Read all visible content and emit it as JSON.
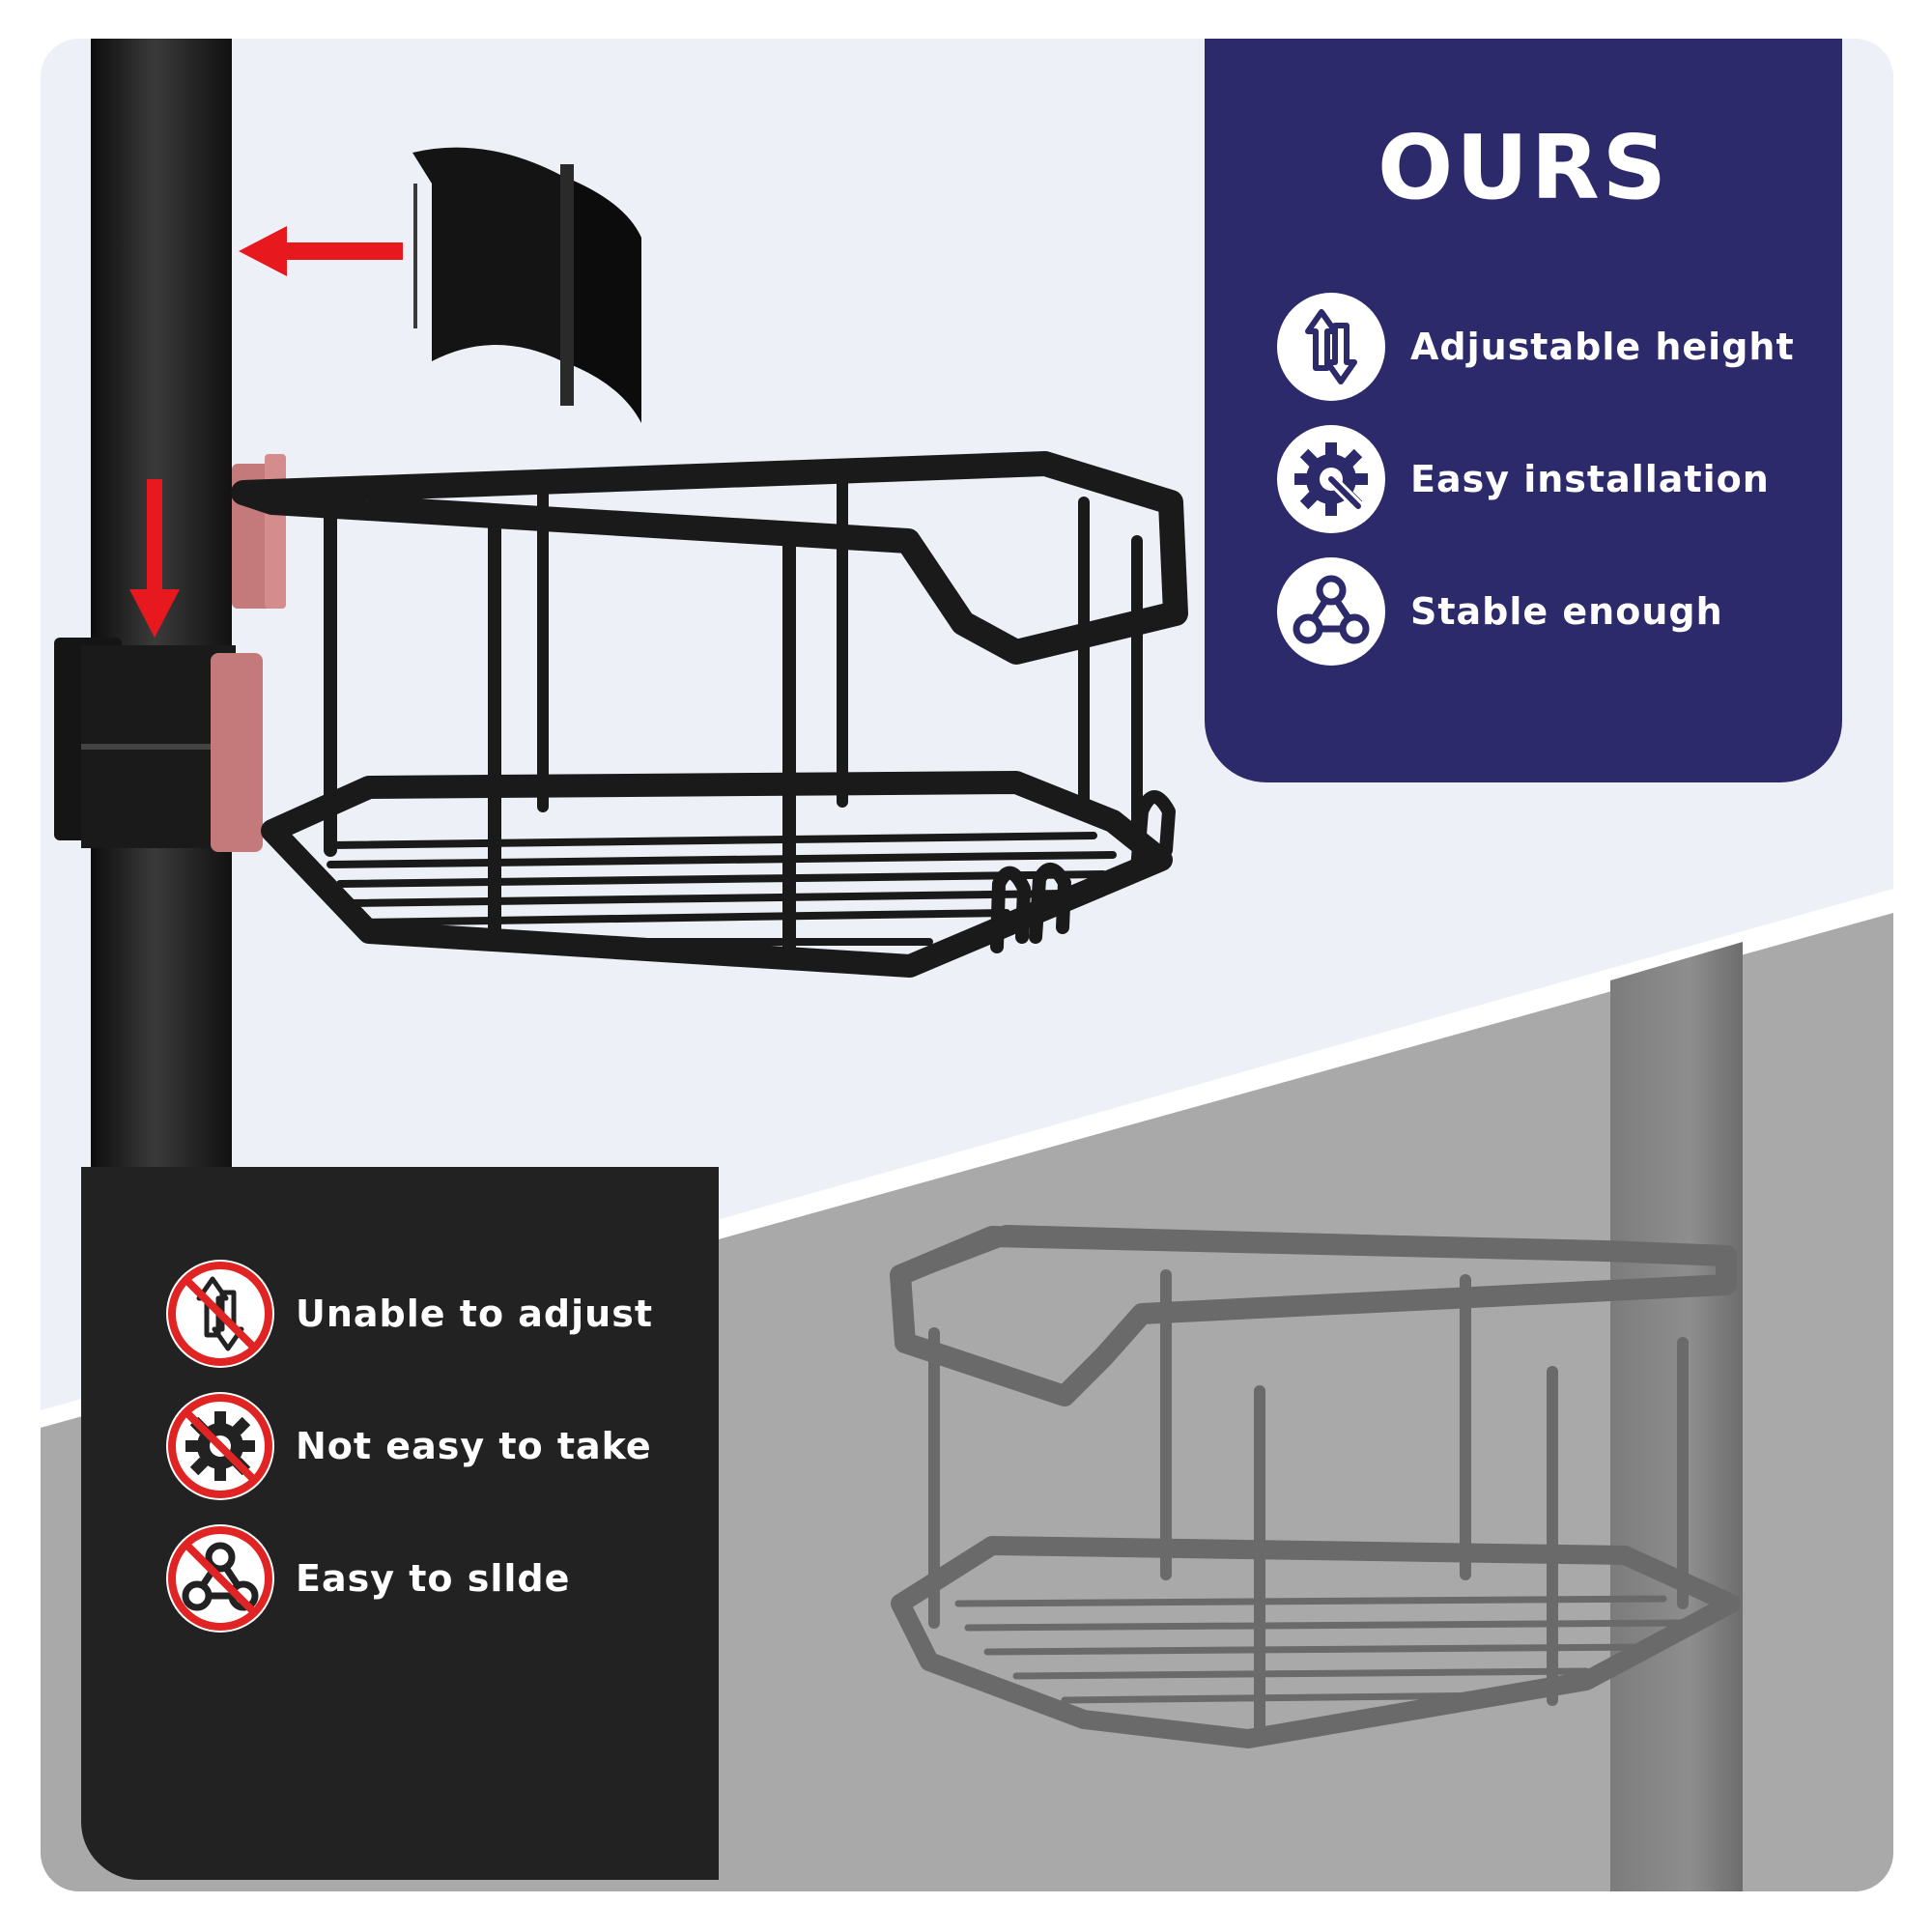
{
  "ours": {
    "title": "OURS",
    "features": [
      {
        "label": "Adjustable height",
        "icon": "adjust-arrows-icon"
      },
      {
        "label": "Easy installation",
        "icon": "gear-wrench-icon"
      },
      {
        "label": "Stable enough",
        "icon": "network-nodes-icon"
      }
    ]
  },
  "theirs": {
    "features": [
      {
        "label": "Unable to adjust",
        "icon": "adjust-arrows-prohibited-icon"
      },
      {
        "label": "Not easy to take",
        "icon": "gear-prohibited-icon"
      },
      {
        "label": "Easy to sllde",
        "icon": "network-nodes-prohibited-icon"
      }
    ]
  },
  "colors": {
    "ours_panel": "#2d2a6b",
    "theirs_panel": "#222222",
    "prohibit_red": "#e02424",
    "arrow_red": "#e8191e",
    "top_background": "#eef0f8",
    "bottom_background": "#a9a9a9"
  }
}
